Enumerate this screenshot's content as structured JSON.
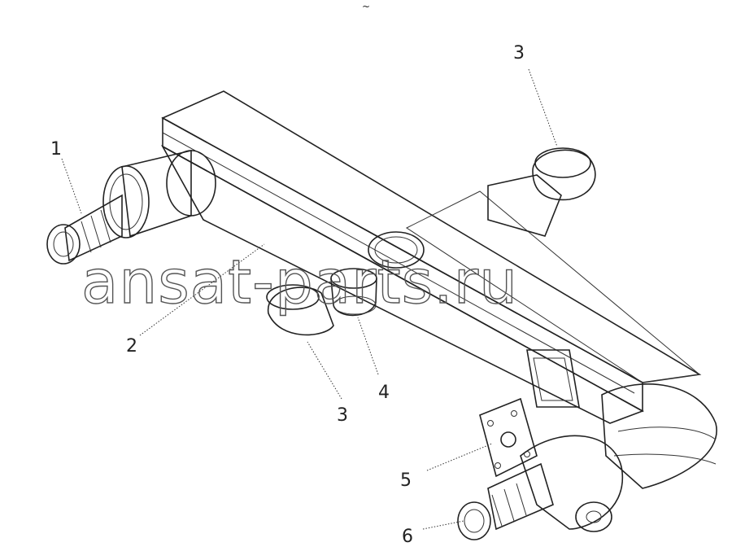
{
  "diagram": {
    "callouts": [
      "1",
      "2",
      "3",
      "3",
      "4",
      "5",
      "6"
    ],
    "watermark": "ansat-parts.ru",
    "top_mark": "~"
  }
}
